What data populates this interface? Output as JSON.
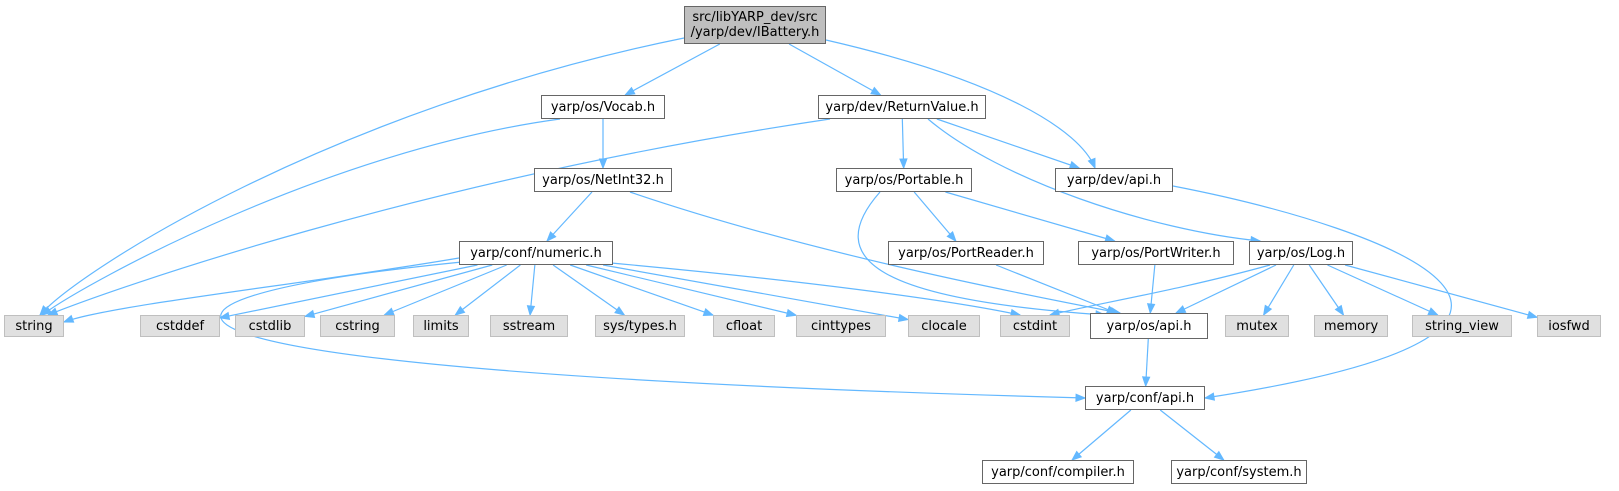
{
  "graph": {
    "colors": {
      "edge": "#63b8ff",
      "root_fill": "#bfbfbf",
      "local_fill": "#ffffff",
      "local_border": "#666666",
      "external_fill": "#e0e0e0",
      "external_border": "#bfbfbf"
    },
    "nodes": [
      {
        "id": "ibattery",
        "kind": "root",
        "lines": [
          "src/libYARP_dev/src",
          "/yarp/dev/IBattery.h"
        ]
      },
      {
        "id": "string",
        "kind": "external",
        "lines": [
          "string"
        ]
      },
      {
        "id": "vocab",
        "kind": "local",
        "lines": [
          "yarp/os/Vocab.h"
        ]
      },
      {
        "id": "returnvalue",
        "kind": "local",
        "lines": [
          "yarp/dev/ReturnValue.h"
        ]
      },
      {
        "id": "devapi",
        "kind": "local",
        "lines": [
          "yarp/dev/api.h"
        ]
      },
      {
        "id": "netint32",
        "kind": "local",
        "lines": [
          "yarp/os/NetInt32.h"
        ]
      },
      {
        "id": "portable",
        "kind": "local",
        "lines": [
          "yarp/os/Portable.h"
        ]
      },
      {
        "id": "numeric",
        "kind": "local",
        "lines": [
          "yarp/conf/numeric.h"
        ]
      },
      {
        "id": "portreader",
        "kind": "local",
        "lines": [
          "yarp/os/PortReader.h"
        ]
      },
      {
        "id": "portwriter",
        "kind": "local",
        "lines": [
          "yarp/os/PortWriter.h"
        ]
      },
      {
        "id": "log",
        "kind": "local",
        "lines": [
          "yarp/os/Log.h"
        ]
      },
      {
        "id": "cstddef",
        "kind": "external",
        "lines": [
          "cstddef"
        ]
      },
      {
        "id": "cstdlib",
        "kind": "external",
        "lines": [
          "cstdlib"
        ]
      },
      {
        "id": "cstring",
        "kind": "external",
        "lines": [
          "cstring"
        ]
      },
      {
        "id": "limits",
        "kind": "external",
        "lines": [
          "limits"
        ]
      },
      {
        "id": "sstream",
        "kind": "external",
        "lines": [
          "sstream"
        ]
      },
      {
        "id": "systypes",
        "kind": "external",
        "lines": [
          "sys/types.h"
        ]
      },
      {
        "id": "cfloat",
        "kind": "external",
        "lines": [
          "cfloat"
        ]
      },
      {
        "id": "cinttypes",
        "kind": "external",
        "lines": [
          "cinttypes"
        ]
      },
      {
        "id": "clocale",
        "kind": "external",
        "lines": [
          "clocale"
        ]
      },
      {
        "id": "cstdint",
        "kind": "external",
        "lines": [
          "cstdint"
        ]
      },
      {
        "id": "osapi",
        "kind": "local",
        "lines": [
          "yarp/os/api.h"
        ]
      },
      {
        "id": "mutex",
        "kind": "external",
        "lines": [
          "mutex"
        ]
      },
      {
        "id": "memory",
        "kind": "external",
        "lines": [
          "memory"
        ]
      },
      {
        "id": "string_view",
        "kind": "external",
        "lines": [
          "string_view"
        ]
      },
      {
        "id": "iosfwd",
        "kind": "external",
        "lines": [
          "iosfwd"
        ]
      },
      {
        "id": "confapi",
        "kind": "local",
        "lines": [
          "yarp/conf/api.h"
        ]
      },
      {
        "id": "compiler",
        "kind": "local",
        "lines": [
          "yarp/conf/compiler.h"
        ]
      },
      {
        "id": "system",
        "kind": "local",
        "lines": [
          "yarp/conf/system.h"
        ]
      }
    ],
    "edges": [
      {
        "from": "ibattery",
        "to": "string"
      },
      {
        "from": "ibattery",
        "to": "vocab"
      },
      {
        "from": "ibattery",
        "to": "returnvalue"
      },
      {
        "from": "ibattery",
        "to": "devapi"
      },
      {
        "from": "vocab",
        "to": "string"
      },
      {
        "from": "vocab",
        "to": "netint32"
      },
      {
        "from": "returnvalue",
        "to": "string"
      },
      {
        "from": "returnvalue",
        "to": "portable"
      },
      {
        "from": "returnvalue",
        "to": "devapi"
      },
      {
        "from": "returnvalue",
        "to": "log"
      },
      {
        "from": "devapi",
        "to": "confapi"
      },
      {
        "from": "netint32",
        "to": "numeric"
      },
      {
        "from": "netint32",
        "to": "osapi"
      },
      {
        "from": "numeric",
        "to": "string"
      },
      {
        "from": "numeric",
        "to": "confapi"
      },
      {
        "from": "numeric",
        "to": "cstddef"
      },
      {
        "from": "numeric",
        "to": "cstdlib"
      },
      {
        "from": "numeric",
        "to": "cstring"
      },
      {
        "from": "numeric",
        "to": "limits"
      },
      {
        "from": "numeric",
        "to": "sstream"
      },
      {
        "from": "numeric",
        "to": "systypes"
      },
      {
        "from": "numeric",
        "to": "cfloat"
      },
      {
        "from": "numeric",
        "to": "cinttypes"
      },
      {
        "from": "numeric",
        "to": "clocale"
      },
      {
        "from": "numeric",
        "to": "cstdint"
      },
      {
        "from": "portable",
        "to": "osapi"
      },
      {
        "from": "portable",
        "to": "portreader"
      },
      {
        "from": "portable",
        "to": "portwriter"
      },
      {
        "from": "portreader",
        "to": "osapi"
      },
      {
        "from": "portwriter",
        "to": "osapi"
      },
      {
        "from": "log",
        "to": "osapi"
      },
      {
        "from": "log",
        "to": "cstdint"
      },
      {
        "from": "log",
        "to": "mutex"
      },
      {
        "from": "log",
        "to": "memory"
      },
      {
        "from": "log",
        "to": "string_view"
      },
      {
        "from": "log",
        "to": "iosfwd"
      },
      {
        "from": "osapi",
        "to": "confapi"
      },
      {
        "from": "confapi",
        "to": "compiler"
      },
      {
        "from": "confapi",
        "to": "system"
      }
    ]
  }
}
